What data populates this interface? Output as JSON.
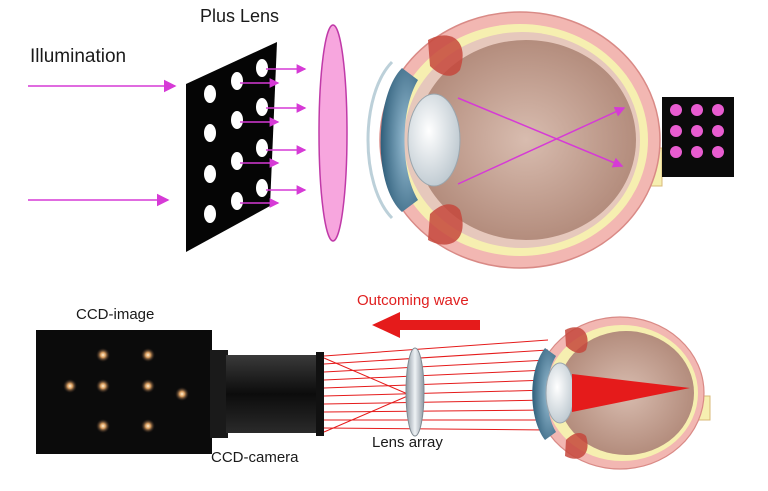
{
  "labels": {
    "illumination": "Illumination",
    "plus_lens": "Plus Lens",
    "ccd_image": "CCD-image",
    "ccd_camera": "CCD-camera",
    "lens_array": "Lens array",
    "outcoming_wave": "Outcoming wave"
  },
  "colors": {
    "arrow": "#d63ad6",
    "lens_fill": "#f7a6de",
    "wave": "#e51b1b",
    "eyeball": "#c7a595",
    "sclera_band": "#f6efb0",
    "outer_coat": "#f2b7b2",
    "spot": "#e85cd0"
  }
}
